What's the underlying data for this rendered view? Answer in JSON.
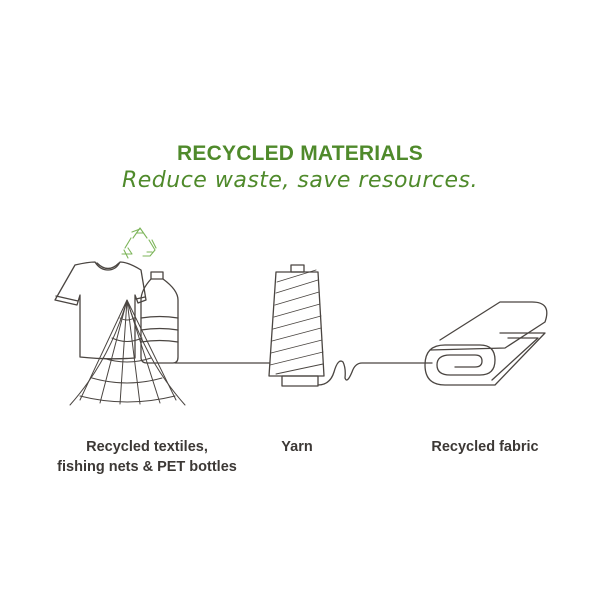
{
  "header": {
    "title": "RECYCLED MATERIALS",
    "tagline": "Reduce waste, save resources."
  },
  "steps": [
    {
      "icon": "tshirt-net-bottle-icon",
      "label_line1": "Recycled textiles,",
      "label_line2": "fishing nets & PET bottles"
    },
    {
      "icon": "yarn-spool-icon",
      "label": "Yarn"
    },
    {
      "icon": "fabric-roll-icon",
      "label": "Recycled fabric"
    }
  ],
  "colors": {
    "accent": "#4f8a2b",
    "line": "#4a4541",
    "recycle": "#7db55a",
    "text": "#3c3835"
  }
}
